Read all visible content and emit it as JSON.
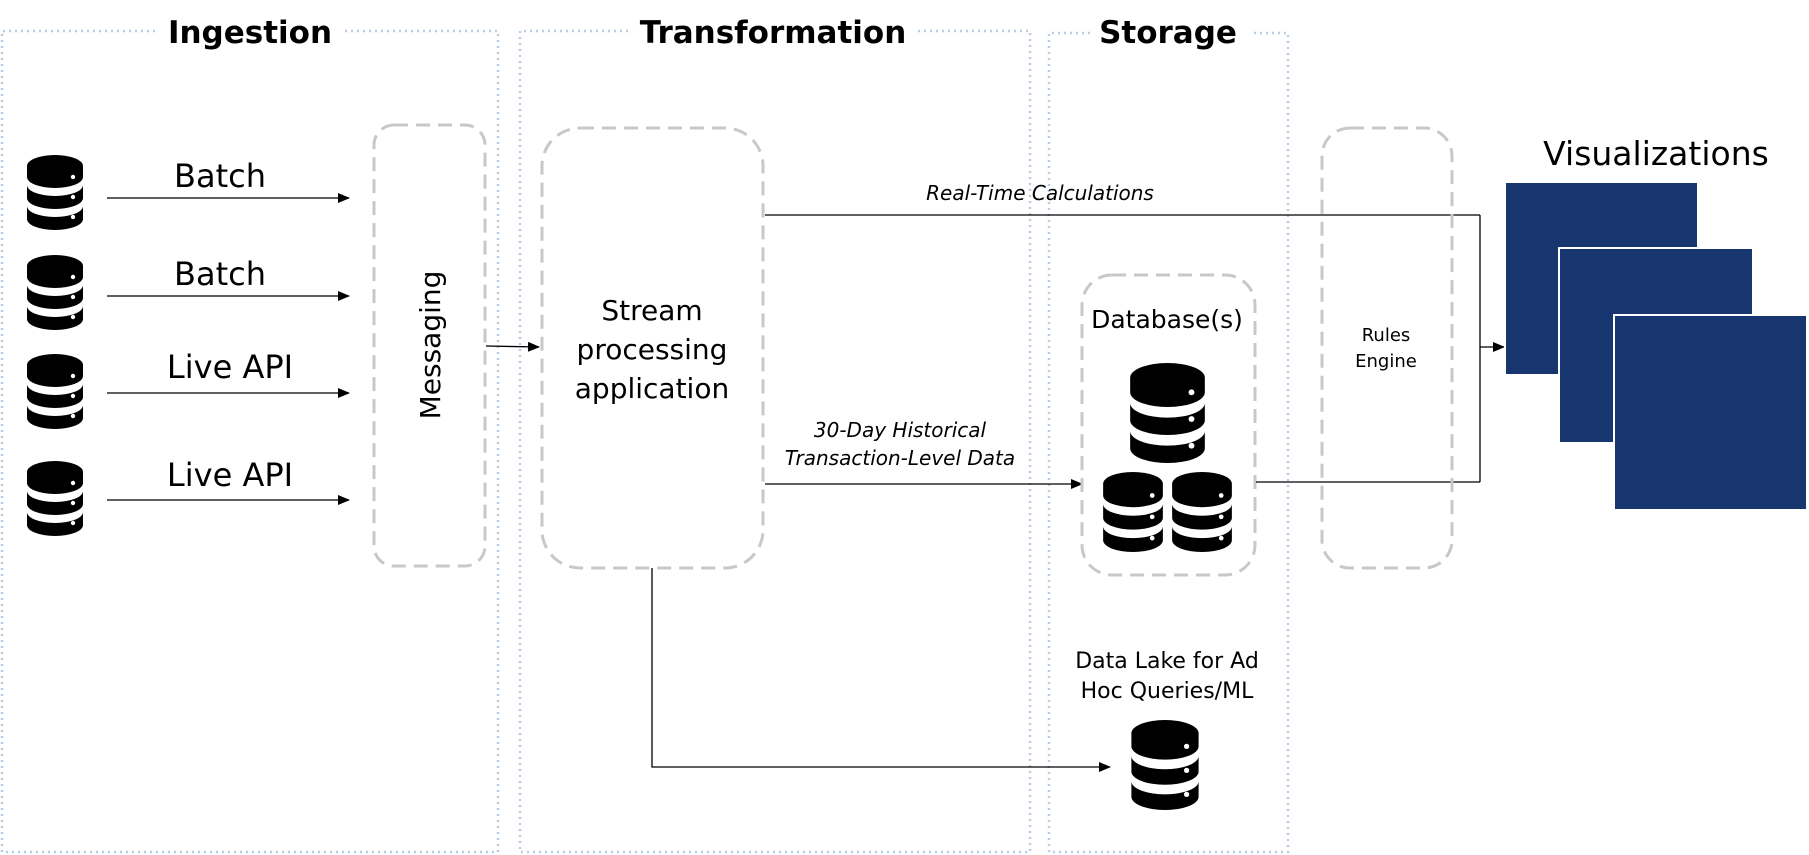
{
  "sections": {
    "ingestion": "Ingestion",
    "transformation": "Transformation",
    "storage": "Storage"
  },
  "sources": [
    {
      "label": "Batch"
    },
    {
      "label": "Batch"
    },
    {
      "label": "Live API"
    },
    {
      "label": "Live API"
    }
  ],
  "messaging": "Messaging",
  "stream": [
    "Stream",
    "processing",
    "application"
  ],
  "realtime_label": "Real-Time Calculations",
  "historical_label": [
    "30-Day Historical",
    "Transaction-Level Data"
  ],
  "databases_label": "Database(s)",
  "data_lake_label": [
    "Data Lake for Ad",
    "Hoc Queries/ML"
  ],
  "rules_engine": [
    "Rules",
    "Engine"
  ],
  "visualizations": "Visualizations",
  "colors": {
    "panel": "#17366f",
    "section_border": "#b7cde3",
    "component_border": "#c8c8c8"
  },
  "icons": {
    "source": "database-icon",
    "storage": "database-icon"
  }
}
